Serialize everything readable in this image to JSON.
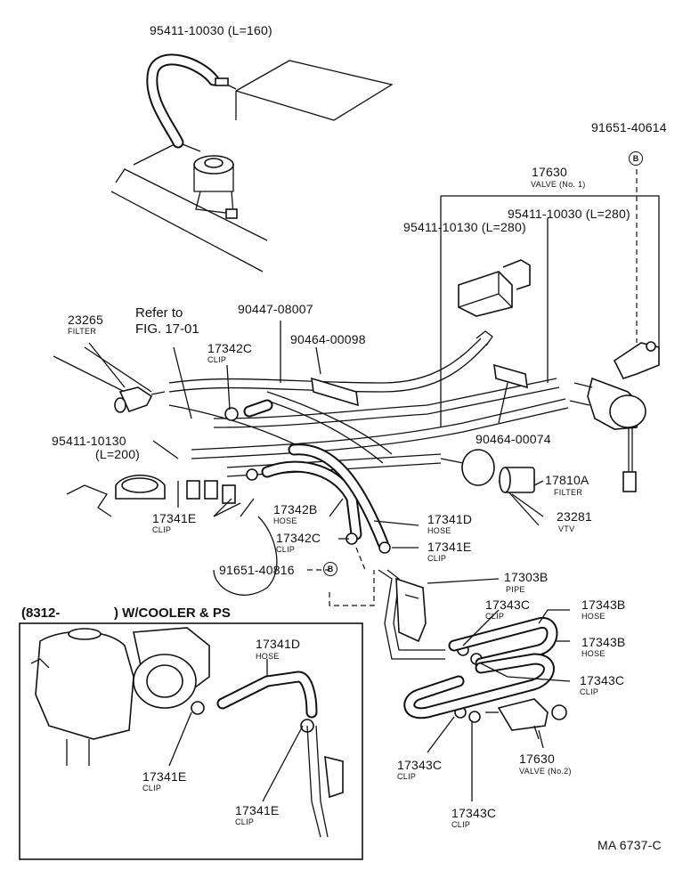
{
  "labels": {
    "p_95411_10030_top": "95411-10030 (L=160)",
    "p_91651_40614": "91651-40614",
    "p_17630_v1": "17630",
    "p_17630_v1_sub": "VALVE (No. 1)",
    "p_95411_10030_280": "95411-10030 (L=280)",
    "p_95411_10130_280": "95411-10130 (L=280)",
    "p_refer": "Refer to",
    "p_fig": "FIG. 17-01",
    "p_90447": "90447-08007",
    "p_23265": "23265",
    "p_23265_sub": "FILTER",
    "p_17342c_1": "17342C",
    "p_17342c_1_sub": "CLIP",
    "p_90464_98": "90464-00098",
    "p_95411_10130_200": "95411-10130",
    "p_95411_10130_200_l": "(L=200)",
    "p_90464_74": "90464-00074",
    "p_17810a": "17810A",
    "p_17810a_sub": "FILTER",
    "p_23281": "23281",
    "p_23281_sub": "VTV",
    "p_17341e_1": "17341E",
    "p_17341e_1_sub": "CLIP",
    "p_17342b": "17342B",
    "p_17342b_sub": "HOSE",
    "p_17341d_1": "17341D",
    "p_17341d_1_sub": "HOSE",
    "p_17342c_2": "17342C",
    "p_17342c_2_sub": "CLIP",
    "p_17341e_2": "17341E",
    "p_17341e_2_sub": "CLIP",
    "p_91651_40816": "91651-40816",
    "p_17303b": "17303B",
    "p_17303b_sub": "PIPE",
    "p_17343c_1": "17343C",
    "p_17343c_1_sub": "CLIP",
    "p_17343b_1": "17343B",
    "p_17343b_1_sub": "HOSE",
    "p_17343b_2": "17343B",
    "p_17343b_2_sub": "HOSE",
    "p_17343c_2": "17343C",
    "p_17343c_2_sub": "CLIP",
    "p_17343c_3": "17343C",
    "p_17343c_3_sub": "CLIP",
    "p_17630_v2": "17630",
    "p_17630_v2_sub": "VALVE (No.2)",
    "p_17343c_4": "17343C",
    "p_17343c_4_sub": "CLIP",
    "inset_title_a": "(8312-",
    "inset_title_b": ") W/COOLER & PS",
    "p_17341d_2": "17341D",
    "p_17341d_2_sub": "HOSE",
    "p_17341e_3": "17341E",
    "p_17341e_3_sub": "CLIP",
    "p_17341e_4": "17341E",
    "p_17341e_4_sub": "CLIP",
    "ref_b": "B",
    "ref_b2": "B",
    "footer": "MA 6737-C"
  }
}
